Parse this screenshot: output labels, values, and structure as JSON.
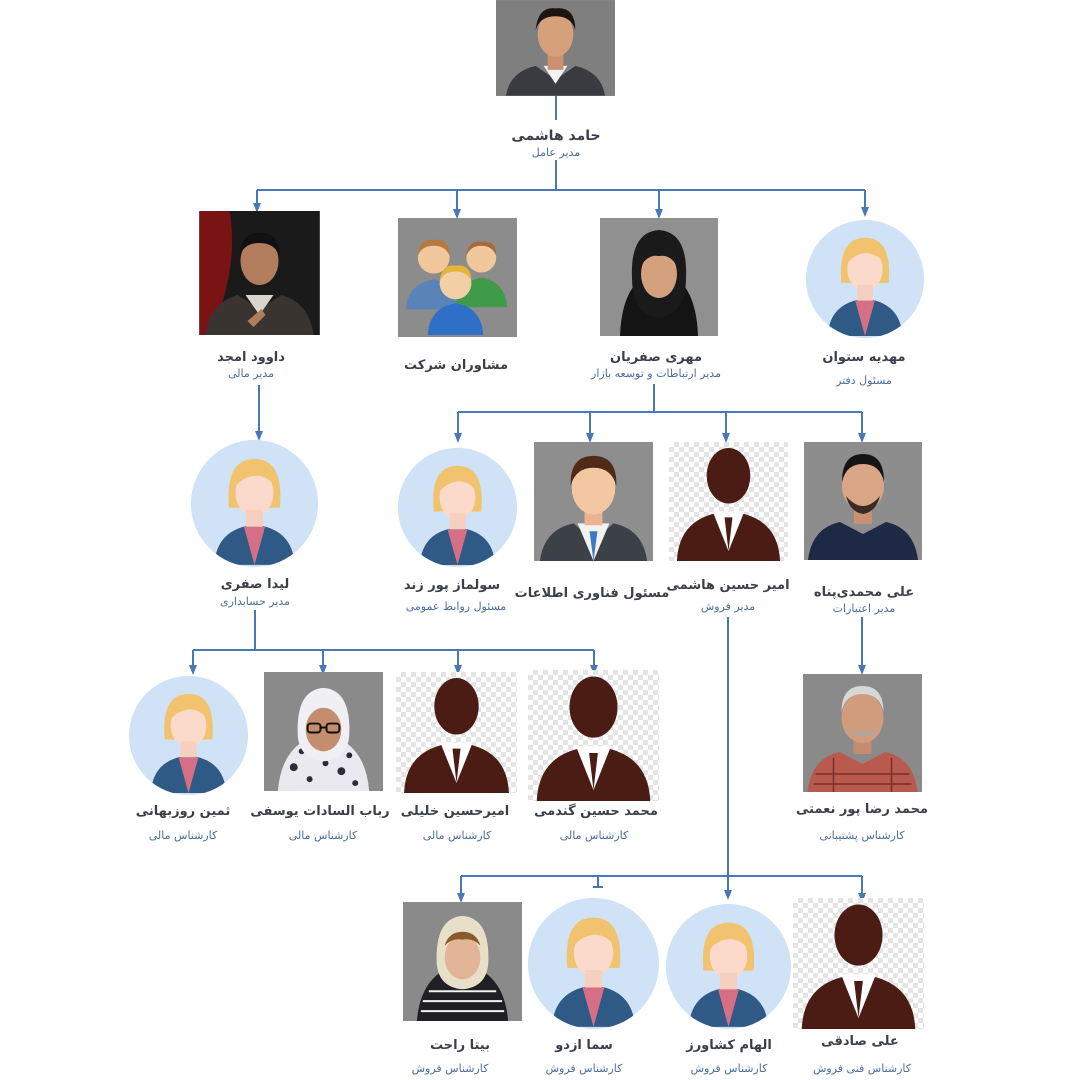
{
  "people": {
    "ceo": {
      "name": "حامد هاشمی",
      "title": "مدیر عامل"
    },
    "finance": {
      "name": "داوود امجد",
      "title": "مدیر مالی"
    },
    "advisors": {
      "name": "مشاوران شرکت"
    },
    "comms": {
      "name": "مهری صفریان",
      "title": "مدیر ارتباطات و توسعه بازار"
    },
    "office": {
      "name": "مهدیه ستوان",
      "title": "مسئول دفتر"
    },
    "accounting": {
      "name": "لیدا صفری",
      "title": "مدیر حسابداری"
    },
    "pr": {
      "name": "سولماز پور زند",
      "title": "مسئول روابط عمومی"
    },
    "it": {
      "name": "مسئول فناوری اطلاعات"
    },
    "sales": {
      "name": "امیر حسین هاشمی",
      "title": "مدیر فروش"
    },
    "credit": {
      "name": "علی محمدی‌پناه",
      "title": "مدیر اعتبارات"
    },
    "fin1": {
      "name": "ثمین روزبهانی",
      "title": "کارشناس مالی"
    },
    "fin2": {
      "name": "رباب السادات یوسفی",
      "title": "کارشناس مالی"
    },
    "fin3": {
      "name": "امیرحسین خلیلی",
      "title": "کارشناس مالی"
    },
    "fin4": {
      "name": "محمد حسین گندمی",
      "title": "کارشناس مالی"
    },
    "support": {
      "name": "محمد رضا پور نعمتی",
      "title": "کارشناس پشتیبانی"
    },
    "sales1": {
      "name": "بیتا راحت",
      "title": "کارشناس فروش"
    },
    "sales2": {
      "name": "سما ازدو",
      "title": "کارشناس فروش"
    },
    "sales3": {
      "name": "الهام کشاورز",
      "title": "کارشناس فروش"
    },
    "sales4": {
      "name": "علی صادقی",
      "title": "کارشناس فنی فروش"
    }
  },
  "colors": {
    "line": "#4a78b5",
    "name": "#3a3f4a",
    "title": "#4b6e9c"
  }
}
